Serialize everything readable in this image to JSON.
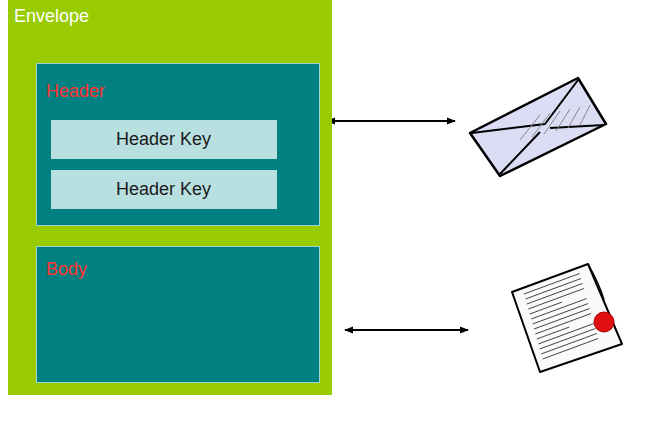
{
  "diagram": {
    "nodes": [
      {
        "text": [
          "Envelope"
        ]
      },
      {
        "text": [
          "Header"
        ],
        "in": 0
      },
      {
        "text": [
          "Header Key"
        ],
        "in": 1
      },
      {
        "text": [
          "Header Key"
        ],
        "in": 1
      },
      {
        "text": [
          "Body"
        ],
        "in": 0
      }
    ]
  }
}
